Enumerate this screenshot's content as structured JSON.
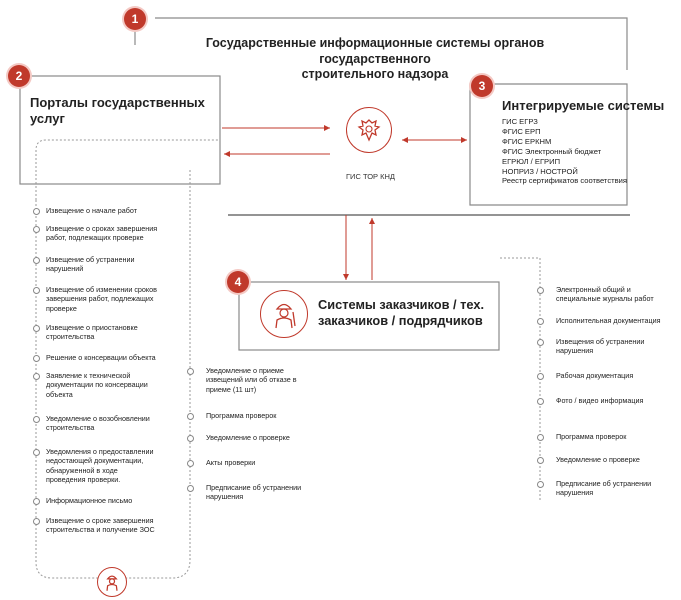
{
  "badges": [
    "1",
    "2",
    "3",
    "4"
  ],
  "gov_systems": {
    "line1": "Государственные информационные системы органов государственного",
    "line2": "строительного надзора"
  },
  "portals": {
    "line1": "Порталы государственных",
    "line2": "услуг"
  },
  "integrated": {
    "title": "Интегрируемые системы",
    "items": [
      "ГИС ЕГРЗ",
      "ФГИС ЕРП",
      "ФГИС ЕРКНМ",
      "ФГИС Электронный бюджет",
      "ЕГРЮЛ / ЕГРИП",
      "НОПРИЗ / НОСТРОЙ",
      "Реестр сертификатов соответствия"
    ]
  },
  "gistor": {
    "label": "ГИС ТОР КНД",
    "icon": "eagle-emblem-icon"
  },
  "customers": {
    "line1": "Системы заказчиков / тех.",
    "line2": "заказчиков / подрядчиков",
    "icon": "builder-icon"
  },
  "left_list": [
    [
      "Извещение о начале работ"
    ],
    [
      "Извещение о сроках завершения",
      "работ, подлежащих проверке"
    ],
    [
      "Извещение об устранении",
      "нарушений"
    ],
    [
      "Извещение об изменении сроков",
      "завершения работ, подлежащих",
      "проверке"
    ],
    [
      "Извещение о приостановке",
      "строительства"
    ],
    [
      "Решение о консервации объекта"
    ],
    [
      "Заявление к технической",
      "документации по консервации",
      "объекта"
    ],
    [
      "Уведомление о возобновлении",
      "строительства"
    ],
    [
      "Уведомления о предоставлении",
      "недостающей документации,",
      "обнаруженной в ходе",
      "проведения проверки."
    ],
    [
      "Информационное письмо"
    ],
    [
      "Извещение о сроке завершения",
      "строительства и получение ЗОС"
    ]
  ],
  "middle_list": [
    [
      "Уведомление о приеме",
      "извещений или об отказе в",
      "приеме (11 шт)"
    ],
    [
      "Программа проверок"
    ],
    [
      "Уведомление о проверке"
    ],
    [
      "Акты проверки"
    ],
    [
      "Предписание об устранении",
      "нарушения"
    ]
  ],
  "right_list": [
    [
      "Электронный общий и",
      "специальные журналы работ"
    ],
    [
      "Исполнительная документация"
    ],
    [
      "Извещения об устранении",
      "нарушения"
    ],
    [
      "Рабочая документация"
    ],
    [
      "Фото / видео информация"
    ],
    [
      "Программа проверок"
    ],
    [
      "Уведомление о проверке"
    ],
    [
      "Предписание об устранении",
      "нарушения"
    ]
  ],
  "colors": {
    "accent": "#c0392b",
    "line": "#7a7a7a"
  }
}
